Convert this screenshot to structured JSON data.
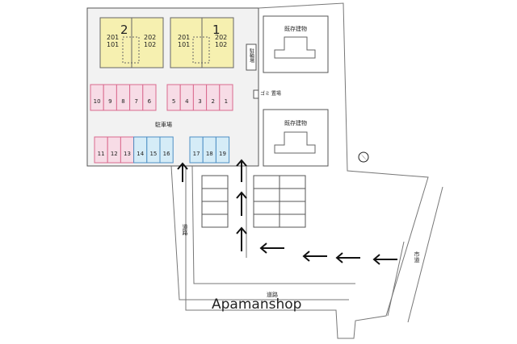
{
  "buildings": {
    "b2": {
      "number": "2",
      "units_top": [
        "201",
        "202"
      ],
      "units_bottom": [
        "101",
        "102"
      ]
    },
    "b1": {
      "number": "1",
      "units_top": [
        "201",
        "202"
      ],
      "units_bottom": [
        "101",
        "102"
      ]
    }
  },
  "labels": {
    "bike_parking": "駐輪場",
    "garbage": "ゴミ 置場",
    "parking": "駐車場",
    "existing_top": "既存建物",
    "existing_bottom": "既存建物",
    "road_left": "道路",
    "road_bottom": "道路",
    "road_right": "市道",
    "watermark": "Apamanshop"
  },
  "parking": {
    "row_a": [
      "10",
      "9",
      "8",
      "7",
      "6"
    ],
    "row_b": [
      "5",
      "4",
      "3",
      "2",
      "1"
    ],
    "row_c": [
      "11",
      "12",
      "13",
      "14",
      "15",
      "16"
    ],
    "row_d": [
      "17",
      "18",
      "19"
    ],
    "colors": {
      "pink": "#f7dce6",
      "pink_stroke": "#d96a8e",
      "blue": "#d5ecf7",
      "blue_stroke": "#4d8fc4"
    }
  },
  "colors": {
    "building": "#f6f0b0",
    "lot": "#f2f2f2",
    "lines": "#555555"
  }
}
